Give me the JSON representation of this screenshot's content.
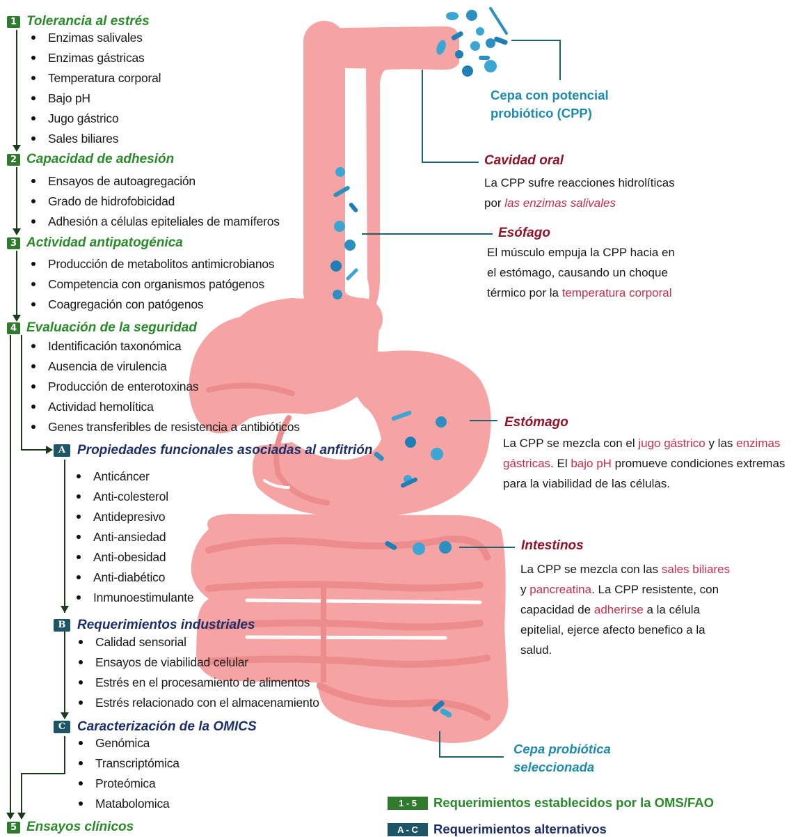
{
  "sections": [
    {
      "num": "1",
      "title": "Tolerancia al estrés",
      "items": [
        "Enzimas salivales",
        "Enzimas gástricas",
        "Temperatura corporal",
        "Bajo pH",
        "Jugo gástrico",
        "Sales biliares"
      ]
    },
    {
      "num": "2",
      "title": "Capacidad de adhesión",
      "items": [
        "Ensayos de autoagregación",
        "Grado de hidrofobicidad",
        "Adhesión a células epiteliales de mamíferos"
      ]
    },
    {
      "num": "3",
      "title": "Actividad antipatogénica",
      "items": [
        "Producción de metabolitos antimicrobianos",
        "Competencia con organismos patógenos",
        "Coagregación con patógenos"
      ]
    },
    {
      "num": "4",
      "title": "Evaluación de la seguridad",
      "items": [
        "Identificación taxonómica",
        "Ausencia de virulencia",
        "Producción de enterotoxinas",
        "Actividad hemolítica",
        "Genes transferibles de resistencia a antibióticos"
      ]
    },
    {
      "num": "5",
      "title": "Ensayos clínicos",
      "items": []
    }
  ],
  "subsections": [
    {
      "letter": "A",
      "title": "Propiedades funcionales asociadas al anfitrión",
      "items": [
        "Anticáncer",
        "Anti-colesterol",
        "Antidepresivo",
        "Anti-ansiedad",
        "Anti-obesidad",
        "Anti-diabético",
        "Inmunoestimulante"
      ]
    },
    {
      "letter": "B",
      "title": "Requerimientos industriales",
      "items": [
        "Calidad sensorial",
        "Ensayos de viabilidad celular",
        "Estrés en el procesamiento de alimentos",
        "Estrés relacionado con el almacenamiento"
      ]
    },
    {
      "letter": "C",
      "title": "Caracterización de la OMICS",
      "items": [
        "Genómica",
        "Transcriptómica",
        "Proteómica",
        "Matabolomica"
      ]
    }
  ],
  "cpp_label": [
    "Cepa con potencial",
    "probiótico (CPP)"
  ],
  "selected_label": [
    "Cepa probiótica",
    "seleccionada"
  ],
  "organs": [
    {
      "title": "Cavidad oral",
      "text": [
        [
          {
            "t": "La CPP sufre reacciones hidrolíticas"
          }
        ],
        [
          {
            "t": "por "
          },
          {
            "t": "las enzimas salivales",
            "s": "hl-it"
          }
        ]
      ]
    },
    {
      "title": "Esófago",
      "text": [
        [
          {
            "t": "El músculo empuja la CPP hacia en"
          }
        ],
        [
          {
            "t": "el estómago, causando un choque"
          }
        ],
        [
          {
            "t": "térmico por la "
          },
          {
            "t": "temperatura corporal",
            "s": "hl"
          }
        ]
      ]
    },
    {
      "title": "Estómago",
      "text": [
        [
          {
            "t": "La CPP se mezcla con el "
          },
          {
            "t": "jugo gástrico",
            "s": "hl"
          },
          {
            "t": " y las "
          },
          {
            "t": "enzimas",
            "s": "hl"
          }
        ],
        [
          {
            "t": "gástricas",
            "s": "hl"
          },
          {
            "t": ". El "
          },
          {
            "t": "bajo pH",
            "s": "hl"
          },
          {
            "t": " promueve condiciones extremas"
          }
        ],
        [
          {
            "t": "para la viabilidad de las células."
          }
        ]
      ]
    },
    {
      "title": "Intestinos",
      "text": [
        [
          {
            "t": "La CPP se mezcla con  las "
          },
          {
            "t": "sales biliares",
            "s": "hl"
          }
        ],
        [
          {
            "t": "y "
          },
          {
            "t": "pancreatina",
            "s": "hl"
          },
          {
            "t": ". La CPP resistente, con"
          }
        ],
        [
          {
            "t": "capacidad de "
          },
          {
            "t": "adherirse",
            "s": "hl"
          },
          {
            "t": " a la célula"
          }
        ],
        [
          {
            "t": "epitelial, ejerce afecto benefico a la"
          }
        ],
        [
          {
            "t": "salud."
          }
        ]
      ]
    }
  ],
  "legend": [
    {
      "badge": "1 - 5",
      "text": "Requerimientos establecidos por la OMS/FAO"
    },
    {
      "badge": "A - C",
      "text": "Requerimientos alternativos"
    }
  ],
  "colors": {
    "tract": "#f6a3a3",
    "tract_dark": "#ec8c8c",
    "green_badge": "#2f7a2c",
    "teal_badge": "#1d5566",
    "section_title": "#2a8a2a",
    "subsection_title": "#1c2f6b",
    "organ_title": "#8f1428",
    "highlight": "#c4304c",
    "cpp_blue": "#1d8bb0",
    "connector": "#1f5f6e"
  }
}
